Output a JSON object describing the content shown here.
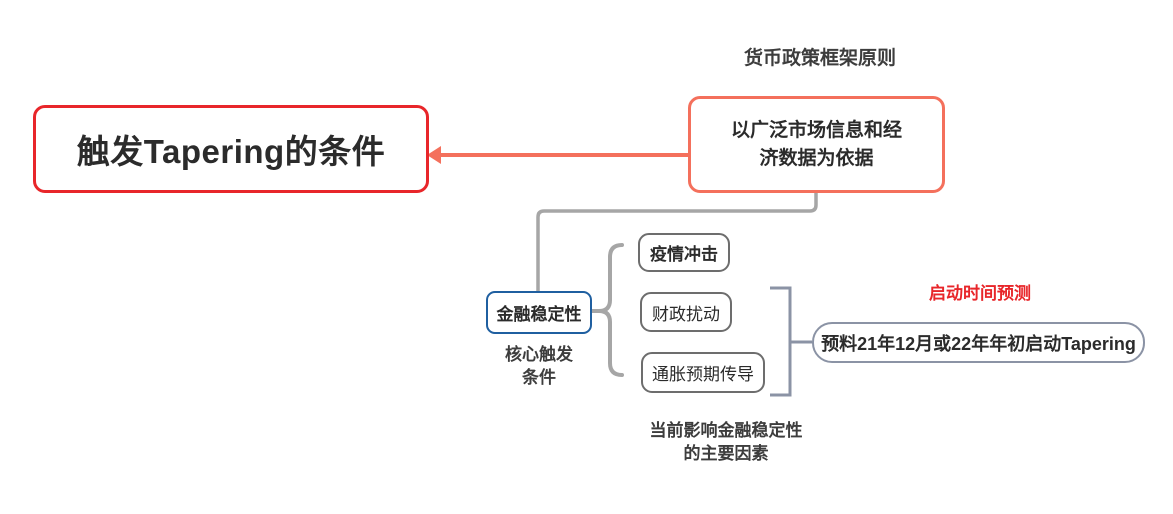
{
  "diagram": {
    "type": "mind-map",
    "background": "#ffffff",
    "root": {
      "label": "触发Tapering的条件",
      "border_color": "#e8262a"
    },
    "principle": {
      "caption": "货币政策框架原则",
      "label": "以广泛市场信息和经济数据为依据",
      "line1": "以广泛市场信息和经",
      "line2": "济数据为依据",
      "border_color": "#f4705c",
      "connector_color": "#f4705c"
    },
    "stability": {
      "label": "金融稳定性",
      "caption_line1": "核心触发",
      "caption_line2": "条件",
      "border_color": "#1f5fa0"
    },
    "factors": {
      "caption_line1": "当前影响金融稳定性",
      "caption_line2": "的主要因素",
      "border_color": "#6d6d6d",
      "items": [
        {
          "label": "疫情冲击"
        },
        {
          "label": "财政扰动"
        },
        {
          "label": "通胀预期传导"
        }
      ]
    },
    "forecast": {
      "caption": "启动时间预测",
      "caption_color": "#e8262a",
      "label": "预料21年12月或22年年初启动Tapering",
      "border_color": "#8b93a5"
    },
    "connector_color_gray": "#a6a6a6"
  }
}
